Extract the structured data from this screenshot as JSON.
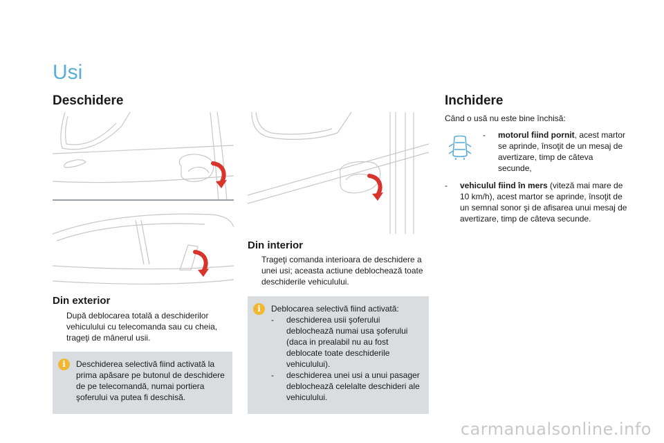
{
  "page": {
    "title": "Usi"
  },
  "opening": {
    "heading": "Deschidere",
    "exterior": {
      "heading": "Din exterior",
      "bullet_mark": "",
      "bullet": "După deblocarea totală a deschiderilor vehiculului cu telecomanda sau cu cheia, trageţi de mânerul usii.",
      "note": "Deschiderea selectivă fiind activată la prima apăsare pe butonul de deschidere de pe telecomandă, numai portiera şoferului va putea fi deschisă."
    },
    "interior": {
      "heading": "Din interior",
      "bullet_mark": "",
      "bullet": "Trageţi comanda interioara de deschidere a unei usi; aceasta actiune deblochează toate deschiderile vehiculului.",
      "note_intro": "Deblocarea selectivă fiind activată:",
      "note_items": [
        {
          "dash": "-",
          "text": "deschiderea usii şoferului deblochează numai usa şoferului (daca in prealabil nu au fost deblocate toate deschiderile vehiculului)."
        },
        {
          "dash": "-",
          "text": "deschiderea unei usi a unui pasager deblochează celelalte deschideri ale vehiculului."
        }
      ]
    }
  },
  "closing": {
    "heading": "Inchidere",
    "intro": "Când o usă nu este bine închisă:",
    "items": [
      {
        "dash": "-",
        "bold": "motorul fiind pornit",
        "text": ", acest martor se aprinde, însoţit de un mesaj de avertizare, timp de câteva secunde,"
      },
      {
        "dash": "-",
        "bold": "vehiculul fiind în mers",
        "text": " (viteză mai mare de 10 km/h), acest martor se aprinde, însoţit de un semnal sonor şi de afisarea unui mesaj de avertizare, timp de câteva secunde."
      }
    ]
  },
  "info_icon": {
    "glyph": "i",
    "color": "#f0b832"
  },
  "warning_icon": {
    "name": "door-open-warning-icon",
    "color": "#5aaed6"
  },
  "colors": {
    "accent": "#5aaed6",
    "note_bg": "#dadddf",
    "arrow": "#d9342b"
  },
  "watermark": "carmanualsonline.info"
}
